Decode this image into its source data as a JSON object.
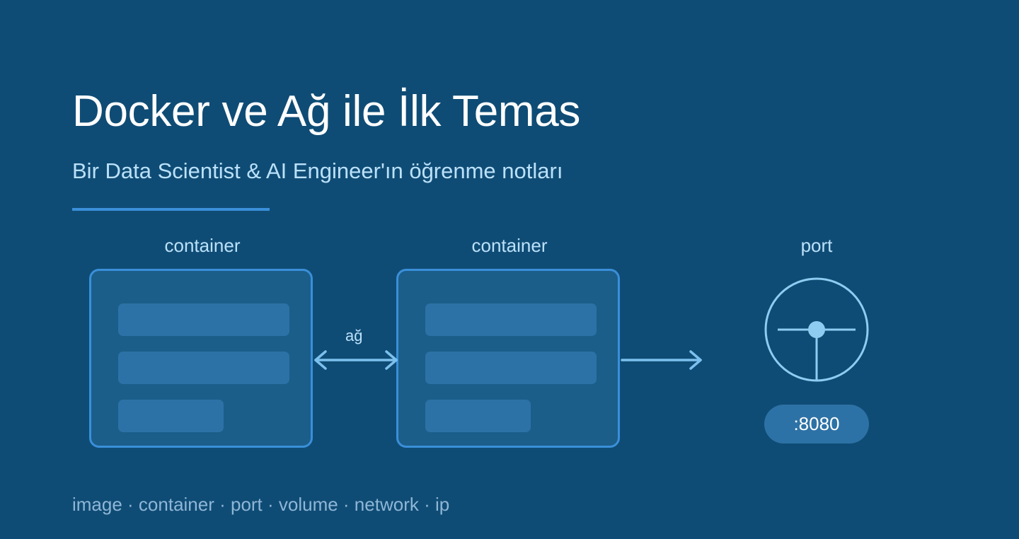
{
  "title": "Docker ve Ağ ile İlk Temas",
  "subtitle": "Bir Data Scientist & AI Engineer'ın öğrenme notları",
  "diagram": {
    "nodes": [
      {
        "id": "container-1",
        "label": "container"
      },
      {
        "id": "container-2",
        "label": "container"
      },
      {
        "id": "port",
        "label": "port",
        "value": ":8080"
      }
    ],
    "edges": [
      {
        "from": "container-1",
        "to": "container-2",
        "label": "ağ",
        "direction": "both"
      },
      {
        "from": "container-2",
        "to": "port",
        "label": "",
        "direction": "forward"
      }
    ]
  },
  "footer": "image · container · port · volume · network · ip",
  "colors": {
    "background": "#0f4c75",
    "accent": "#3a8fd9",
    "box_fill": "#1b5e8a",
    "bar_fill": "#2d72a6",
    "light_text": "#bbe1fa",
    "arrow": "#7cc0ee"
  }
}
